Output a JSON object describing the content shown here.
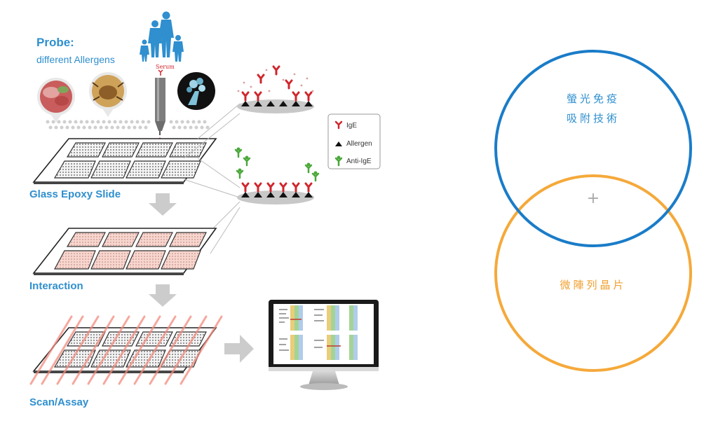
{
  "diagram": {
    "probe_title": "Probe:",
    "probe_subtitle": "different Allergens",
    "serum_label": "Serum",
    "step1_label": "Glass Epoxy Slide",
    "step2_label": "Interaction",
    "step3_label": "Scan/Assay",
    "legend": {
      "ige": "IgE",
      "allergen": "Allergen",
      "anti_ige": "Anti-IgE"
    }
  },
  "venn": {
    "top_circle_line1": "螢光免疫",
    "top_circle_line2": "吸附技術",
    "bottom_circle_label": "微陣列晶片",
    "center_mark": "+"
  },
  "colors": {
    "label_blue": "#2f8fcf",
    "circle_blue": "#1a7cc8",
    "circle_orange": "#f5a93a",
    "ige_red": "#d0262c",
    "anti_ige_green": "#4aa83a"
  }
}
